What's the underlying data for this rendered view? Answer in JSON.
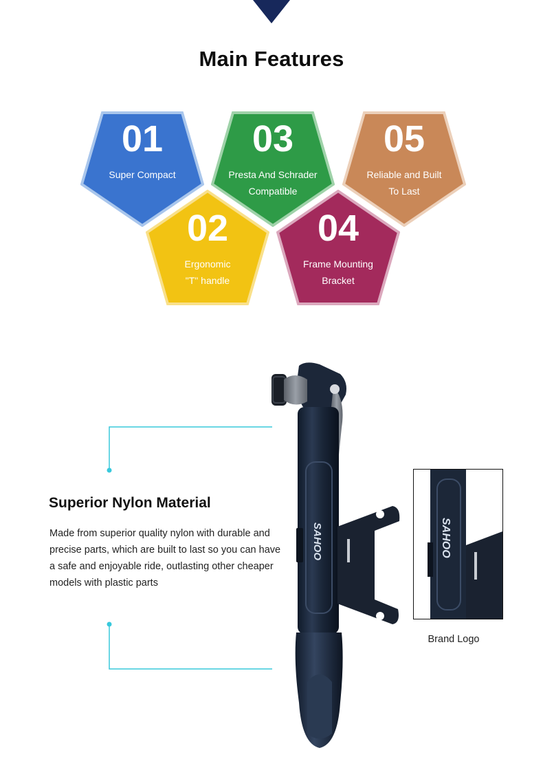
{
  "heading": "Main Features",
  "features": [
    {
      "num": "01",
      "label": "Super Compact",
      "color": "#3a74cf",
      "border": "#a9c6ec"
    },
    {
      "num": "02",
      "label": "Ergonomic\n\"T\" handle",
      "color": "#f2c313",
      "border": "#f9e08a"
    },
    {
      "num": "03",
      "label": "Presta And Schrader\nCompatible",
      "color": "#2e9b47",
      "border": "#9fd2a9"
    },
    {
      "num": "04",
      "label": "Frame Mounting\nBracket",
      "color": "#a32a5c",
      "border": "#dba8bd"
    },
    {
      "num": "05",
      "label": "Reliable and Built\nTo Last",
      "color": "#c98858",
      "border": "#ecd0ba"
    }
  ],
  "section": {
    "title": "Superior Nylon Material",
    "body": "Made from superior quality nylon with durable and precise parts, which are built to last so you can have a safe and enjoyable ride, outlasting other cheaper models with plastic parts"
  },
  "inset": {
    "caption": "Brand Logo"
  },
  "product": {
    "logo_text": "SAHOO"
  },
  "colors": {
    "accent_line": "#38c9dc",
    "arrow": "#17285b"
  }
}
